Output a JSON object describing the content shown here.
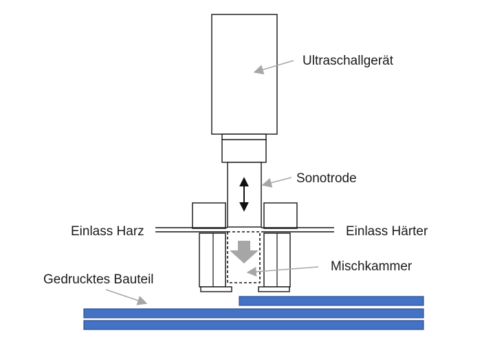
{
  "labels": {
    "ultrasound_device": "Ultraschallgerät",
    "sonotrode": "Sonotrode",
    "inlet_resin": "Einlass Harz",
    "inlet_hardener": "Einlass Härter",
    "mixing_chamber": "Mischkammer",
    "printed_part": "Gedrucktes Bauteil"
  },
  "colors": {
    "layer_fill": "#4472c4",
    "layer_stroke": "#2f4f8f",
    "pointer": "#a6a6a6",
    "flow_arrow": "#a6a6a6",
    "outline": "#111111",
    "text": "#1a1a1a"
  },
  "printed_part_layers": 3
}
